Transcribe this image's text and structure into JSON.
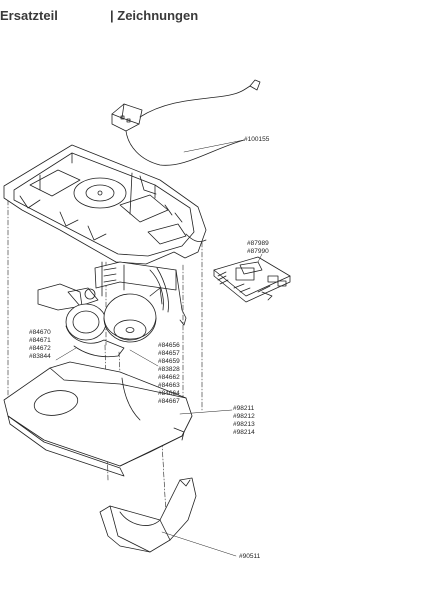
{
  "header": {
    "section": "Ersatzteil",
    "subsection": "| Zeichnungen"
  },
  "parts": [
    {
      "id": "sensor-cable",
      "numbers": [
        "#100155"
      ]
    },
    {
      "id": "control-board",
      "numbers": [
        "#87989",
        "#87990"
      ]
    },
    {
      "id": "motor-left",
      "numbers": [
        "#84670",
        "#84671",
        "#84672",
        "#83844"
      ]
    },
    {
      "id": "motor-right",
      "numbers": [
        "#84656",
        "#84657",
        "#84659",
        "#83828",
        "#84662",
        "#84663",
        "#84664",
        "#84667"
      ]
    },
    {
      "id": "lower-cover",
      "numbers": [
        "#98211",
        "#98212",
        "#98213",
        "#98214"
      ]
    },
    {
      "id": "lamp-cover",
      "numbers": [
        "#90511"
      ]
    }
  ]
}
